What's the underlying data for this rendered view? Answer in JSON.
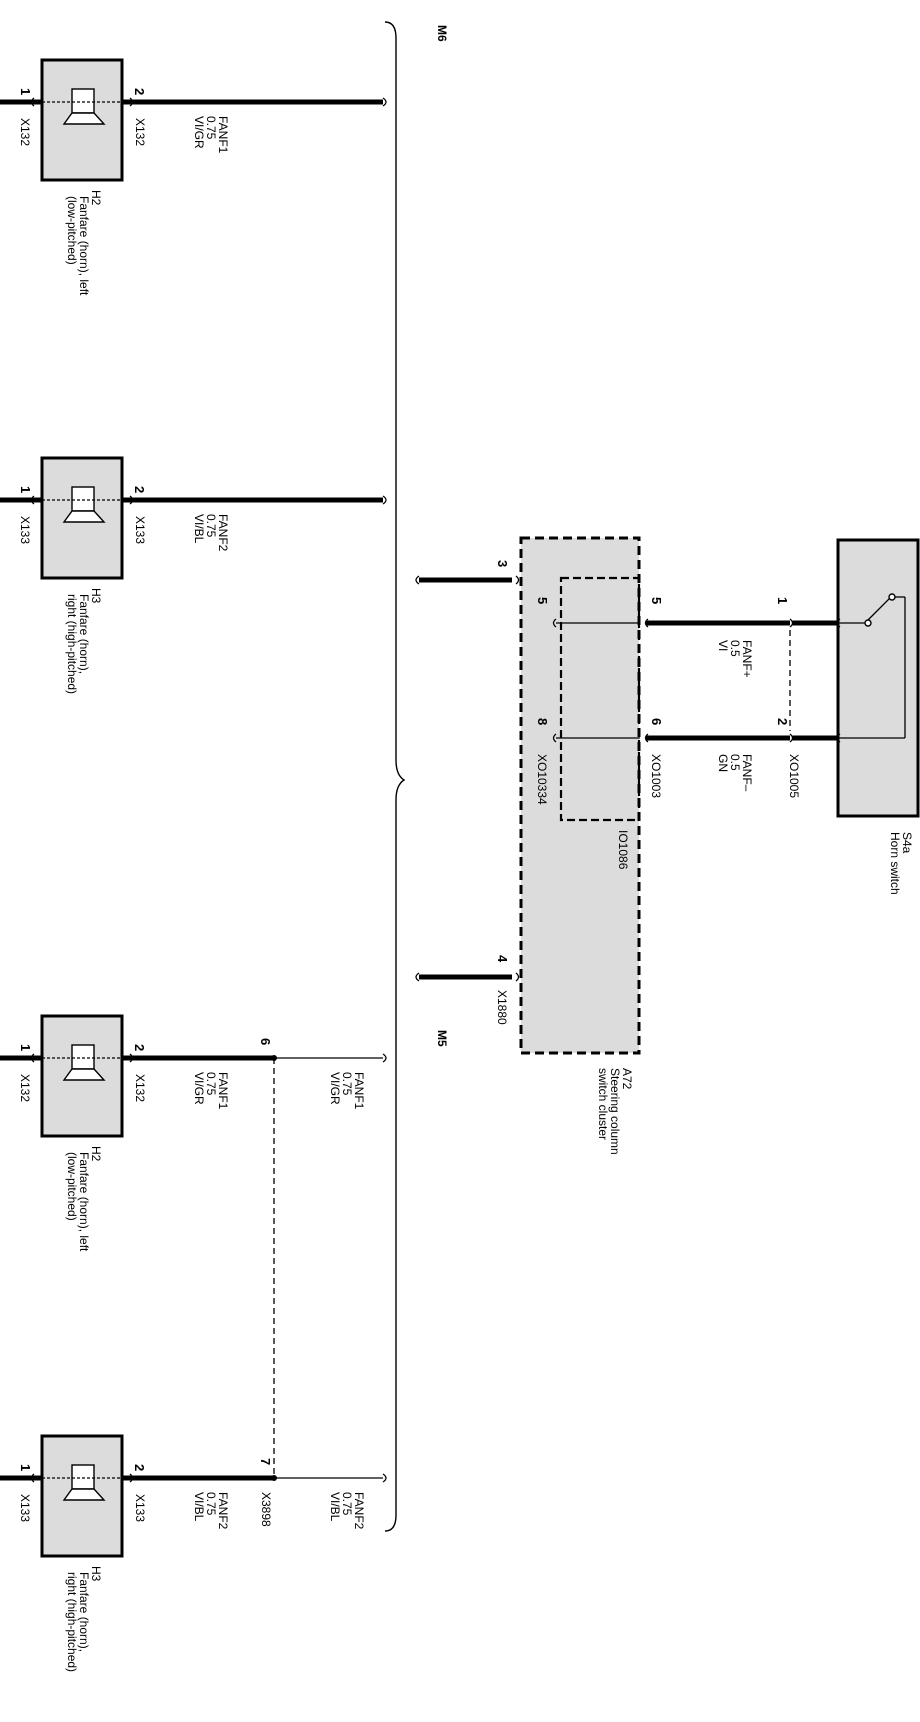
{
  "refs": {
    "top": "M6",
    "middle": "M5"
  },
  "horns": [
    {
      "id": "H2",
      "description_line1": "Fanfare (horn), left",
      "description_line2": "(low-pitched)",
      "pin_left": "1",
      "pin_right": "2",
      "connector_left": "X132",
      "connector_right": "X132",
      "wire_name": "FANF1",
      "wire_size": "0.75",
      "wire_color": "VI/GR"
    },
    {
      "id": "H3",
      "description_line1": "Fanfare (horn),",
      "description_line2": "right (high-pitched)",
      "pin_left": "1",
      "pin_right": "2",
      "connector_left": "X133",
      "connector_right": "X133",
      "wire_name": "FANF2",
      "wire_size": "0.75",
      "wire_color": "VI/BL"
    },
    {
      "id": "H2",
      "description_line1": "Fanfare (horn), left",
      "description_line2": "(low-pitched)",
      "pin_left": "1",
      "pin_right": "2",
      "connector_left": "X132",
      "connector_right": "X132",
      "wire_name": "FANF1",
      "wire_size": "0.75",
      "wire_color": "VI/GR"
    },
    {
      "id": "H3",
      "description_line1": "Fanfare (horn),",
      "description_line2": "right (high-pitched)",
      "pin_left": "1",
      "pin_right": "2",
      "connector_left": "X133",
      "connector_right": "X133",
      "wire_name": "FANF2",
      "wire_size": "0.75",
      "wire_color": "VI/BL"
    }
  ],
  "splice": {
    "pin_top": "6",
    "pin_bottom": "7",
    "connector": "X3898",
    "wire1_name": "FANF1",
    "wire1_size": "0.75",
    "wire1_color": "VI/GR",
    "wire2_name": "FANF2",
    "wire2_size": "0.75",
    "wire2_color": "VI/BL"
  },
  "steering_cluster": {
    "id": "A72",
    "description_line1": "Steering column",
    "description_line2": "switch cluster",
    "pin_top": "3",
    "pin_bottom": "4",
    "connector_bottom": "X1880",
    "inner_id": "IO1086",
    "inner_pin_top": "5",
    "inner_pin_bottom": "8",
    "inner_connector": "XO10334",
    "edge_pin_top": "5",
    "edge_pin_bottom": "6",
    "edge_connector": "XO1003"
  },
  "horn_switch": {
    "id": "S4a",
    "description": "Horn switch",
    "pin_top": "1",
    "pin_bottom": "2",
    "connector": "XO1005"
  },
  "switch_wires": [
    {
      "name": "FANF+",
      "size": "0.5",
      "color": "VI"
    },
    {
      "name": "FANF–",
      "size": "0.5",
      "color": "GN"
    }
  ]
}
